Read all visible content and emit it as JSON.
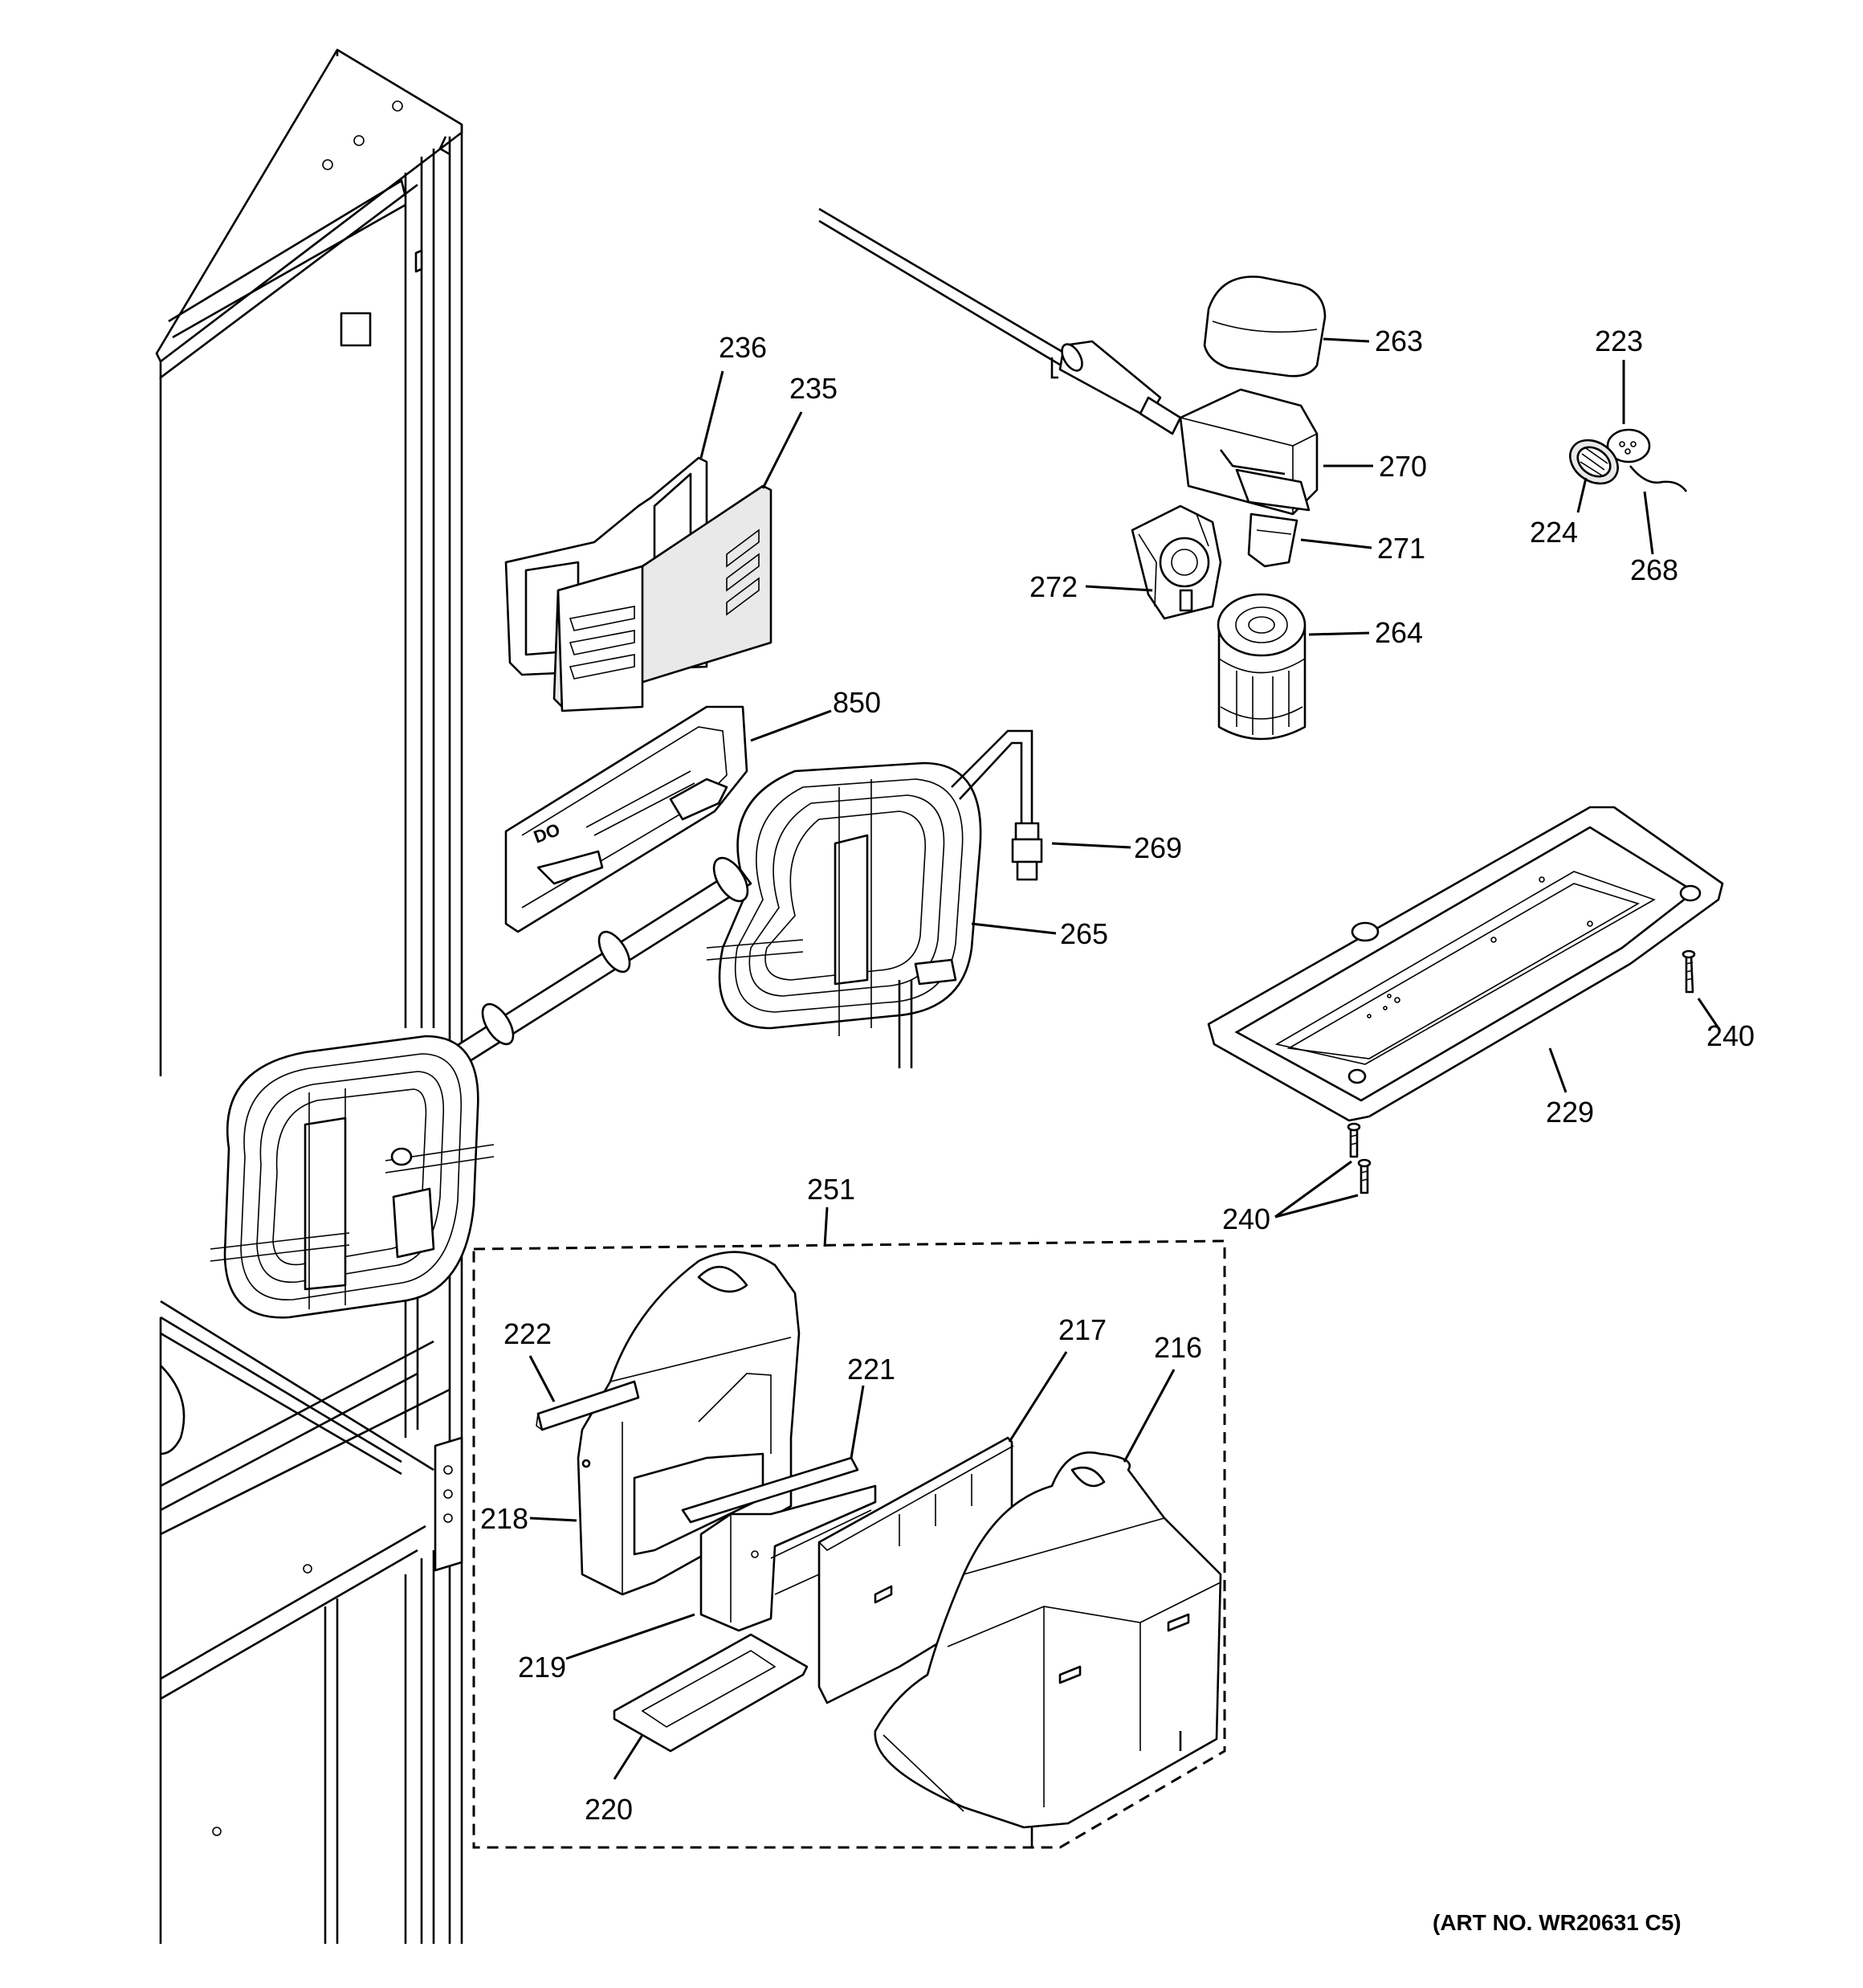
{
  "callouts": {
    "c236": "236",
    "c235": "235",
    "c850": "850",
    "c263": "263",
    "c270": "270",
    "c271": "271",
    "c272": "272",
    "c264": "264",
    "c223": "223",
    "c224": "224",
    "c268": "268",
    "c269": "269",
    "c265": "265",
    "c240a": "240",
    "c229": "229",
    "c240b": "240",
    "c251": "251",
    "c222": "222",
    "c221": "221",
    "c217": "217",
    "c216": "216",
    "c218": "218",
    "c219": "219",
    "c220": "220"
  },
  "caption": "(ART NO. WR20631 C5)"
}
